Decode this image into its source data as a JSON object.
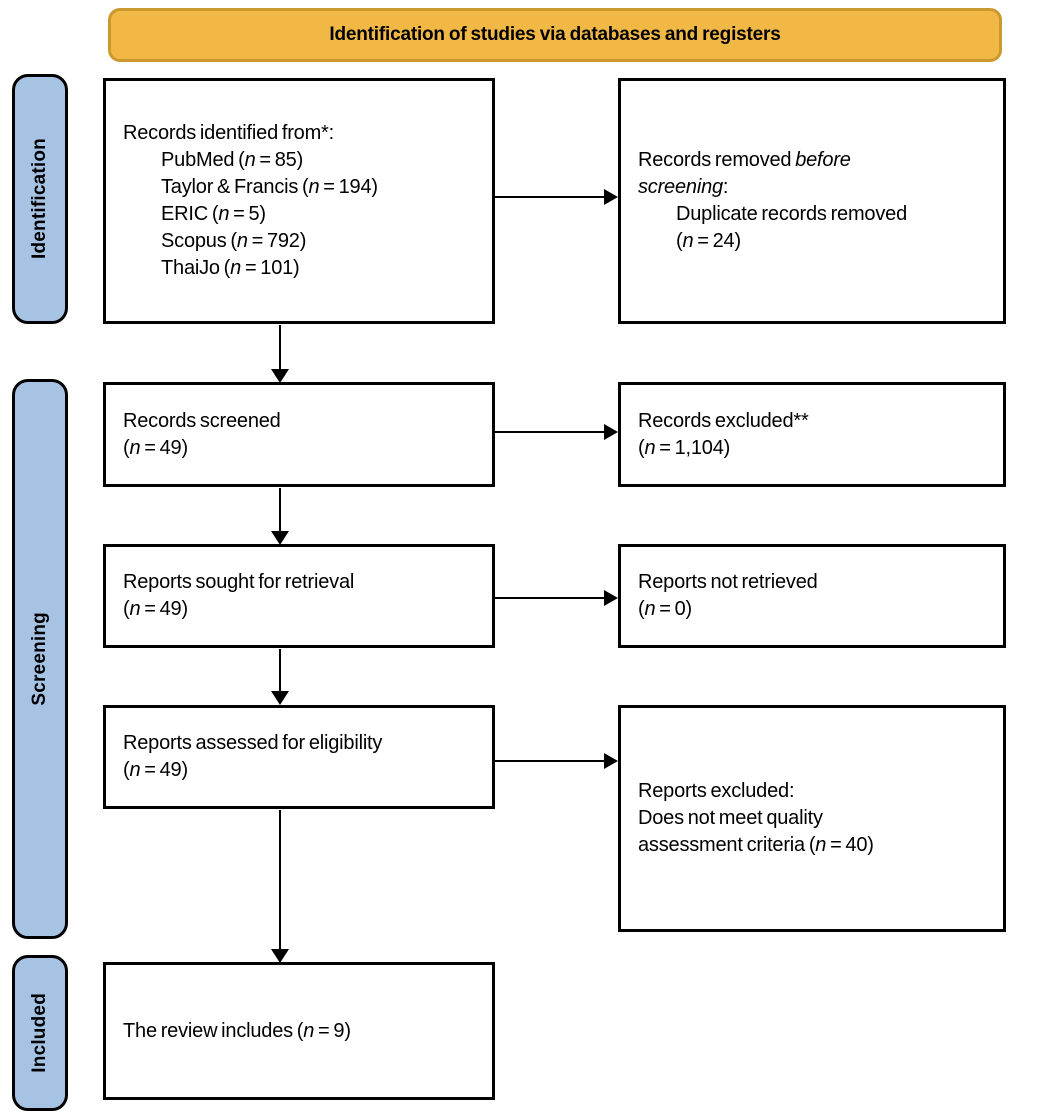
{
  "banner": {
    "title": "Identification of studies via databases and registers"
  },
  "sidebar": {
    "identification": "Identification",
    "screening": "Screening",
    "included": "Included"
  },
  "colors": {
    "banner_fill": "#F1B845",
    "banner_border": "#C9992E",
    "sidebar_fill": "#A6C3E4",
    "line_color": "#000000"
  },
  "flow": {
    "records_identified": {
      "lines": [
        {
          "segs": [
            {
              "t": "Records identified from*:"
            }
          ]
        },
        {
          "indent": true,
          "segs": [
            {
              "t": "PubMed ("
            },
            {
              "t": "n",
              "i": true
            },
            {
              "t": " = 85)"
            }
          ]
        },
        {
          "indent": true,
          "segs": [
            {
              "t": "Taylor & Francis ("
            },
            {
              "t": "n",
              "i": true
            },
            {
              "t": " = 194)"
            }
          ]
        },
        {
          "indent": true,
          "segs": [
            {
              "t": "ERIC ("
            },
            {
              "t": "n",
              "i": true
            },
            {
              "t": " = 5)"
            }
          ]
        },
        {
          "indent": true,
          "segs": [
            {
              "t": "Scopus ("
            },
            {
              "t": "n",
              "i": true
            },
            {
              "t": " = 792)"
            }
          ]
        },
        {
          "indent": true,
          "segs": [
            {
              "t": "ThaiJo ("
            },
            {
              "t": "n",
              "i": true
            },
            {
              "t": " = 101)"
            }
          ]
        }
      ]
    },
    "records_removed": {
      "lines": [
        {
          "segs": [
            {
              "t": "Records removed "
            },
            {
              "t": "before",
              "i": true
            }
          ]
        },
        {
          "segs": [
            {
              "t": "screening",
              "i": true
            },
            {
              "t": ":"
            }
          ]
        },
        {
          "indent": true,
          "segs": [
            {
              "t": "Duplicate records removed"
            }
          ]
        },
        {
          "indent": true,
          "segs": [
            {
              "t": "("
            },
            {
              "t": "n",
              "i": true
            },
            {
              "t": " = 24)"
            }
          ]
        }
      ]
    },
    "records_screened": {
      "lines": [
        {
          "segs": [
            {
              "t": "Records screened"
            }
          ]
        },
        {
          "segs": [
            {
              "t": "("
            },
            {
              "t": "n",
              "i": true
            },
            {
              "t": " = 49)"
            }
          ]
        }
      ]
    },
    "records_excluded": {
      "lines": [
        {
          "segs": [
            {
              "t": "Records excluded**"
            }
          ]
        },
        {
          "segs": [
            {
              "t": "("
            },
            {
              "t": "n",
              "i": true
            },
            {
              "t": " = 1,104)"
            }
          ]
        }
      ]
    },
    "reports_sought": {
      "lines": [
        {
          "segs": [
            {
              "t": "Reports sought for retrieval"
            }
          ]
        },
        {
          "segs": [
            {
              "t": "("
            },
            {
              "t": "n",
              "i": true
            },
            {
              "t": " = 49)"
            }
          ]
        }
      ]
    },
    "reports_not_retrieved": {
      "lines": [
        {
          "segs": [
            {
              "t": "Reports not retrieved"
            }
          ]
        },
        {
          "segs": [
            {
              "t": "("
            },
            {
              "t": "n",
              "i": true
            },
            {
              "t": " = 0)"
            }
          ]
        }
      ]
    },
    "reports_assessed": {
      "lines": [
        {
          "segs": [
            {
              "t": "Reports assessed for eligibility"
            }
          ]
        },
        {
          "segs": [
            {
              "t": "("
            },
            {
              "t": "n",
              "i": true
            },
            {
              "t": " = 49)"
            }
          ]
        }
      ]
    },
    "reports_excluded": {
      "lines": [
        {
          "segs": [
            {
              "t": "Reports excluded:"
            }
          ]
        },
        {
          "segs": [
            {
              "t": "Does not meet quality"
            }
          ]
        },
        {
          "segs": [
            {
              "t": "assessment criteria ("
            },
            {
              "t": "n",
              "i": true
            },
            {
              "t": " = 40)"
            }
          ]
        }
      ]
    },
    "review_includes": {
      "lines": [
        {
          "segs": [
            {
              "t": "The review includes ("
            },
            {
              "t": "n",
              "i": true
            },
            {
              "t": " = 9)"
            }
          ]
        }
      ]
    }
  }
}
